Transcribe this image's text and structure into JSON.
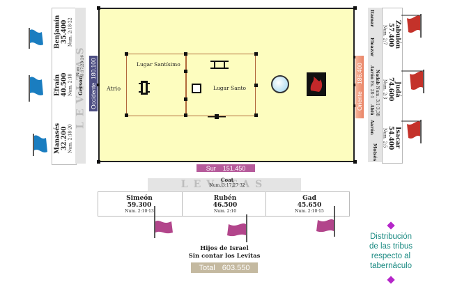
{
  "west": {
    "tribes": [
      {
        "name": "Benjamín",
        "count": "35.400",
        "ref": "Num. 2:18·22"
      },
      {
        "name": "Efraín",
        "count": "40.500",
        "ref": "Num. 2:18"
      },
      {
        "name": "Manasés",
        "count": "32.200",
        "ref": "Num. 2:18·20"
      }
    ],
    "gerson": {
      "name": "Gerson",
      "ref": "Num. 3:17,23·26"
    },
    "levitas_label": "LEVITAS",
    "side_label": "Occidente",
    "side_count": "180.100",
    "flag_color": "#1a7dc0"
  },
  "east": {
    "tribes": [
      {
        "name": "Zabulón",
        "count": "57.400",
        "ref": "Num. 2:7"
      },
      {
        "name": "Judá",
        "count": "74.600",
        "ref": "Num. 2:3"
      },
      {
        "name": "Isacar",
        "count": "54.400",
        "ref": "Num. 2:5"
      }
    ],
    "priests": [
      {
        "name": "Itamar"
      },
      {
        "name": "Eleazar"
      },
      {
        "name": "Aarón",
        "ref": "Ex. 28:1"
      },
      {
        "name": "Nadab",
        "ref": "Num. 3:1·3,38"
      },
      {
        "name": "Abiú"
      },
      {
        "name": "Aarón"
      },
      {
        "name": "Moisés"
      }
    ],
    "side_label": "Oriente",
    "side_count": "186.400",
    "flag_color": "#c4322a"
  },
  "south": {
    "tribes": [
      {
        "name": "Simeón",
        "count": "59.300",
        "ref": "Num. 2:10·13"
      },
      {
        "name": "Rubén",
        "count": "46.500",
        "ref": "Num. 2:10"
      },
      {
        "name": "Gad",
        "count": "45.650",
        "ref": "Num. 2:10·15"
      }
    ],
    "coat": {
      "name": "Coat",
      "ref": "Num. 3:17,27·32"
    },
    "levitas_label": "LEVITAS",
    "side_label": "Sur",
    "side_count": "151.450",
    "flag_color": "#b2458b"
  },
  "tabernacle": {
    "atrio": "Atrio",
    "santisimo": "Lugar Santísimo",
    "santo": "Lugar Santo"
  },
  "summary": {
    "line1": "Hijos de Israel",
    "line2": "Sin contar los Levitas",
    "total_label": "Total",
    "total_value": "603.550"
  },
  "caption": {
    "lines": [
      "Distribución",
      "de las tribus",
      "respecto al",
      "tabernáculo"
    ],
    "color": "#1a8a82",
    "diamond_color": "#b526c9"
  }
}
